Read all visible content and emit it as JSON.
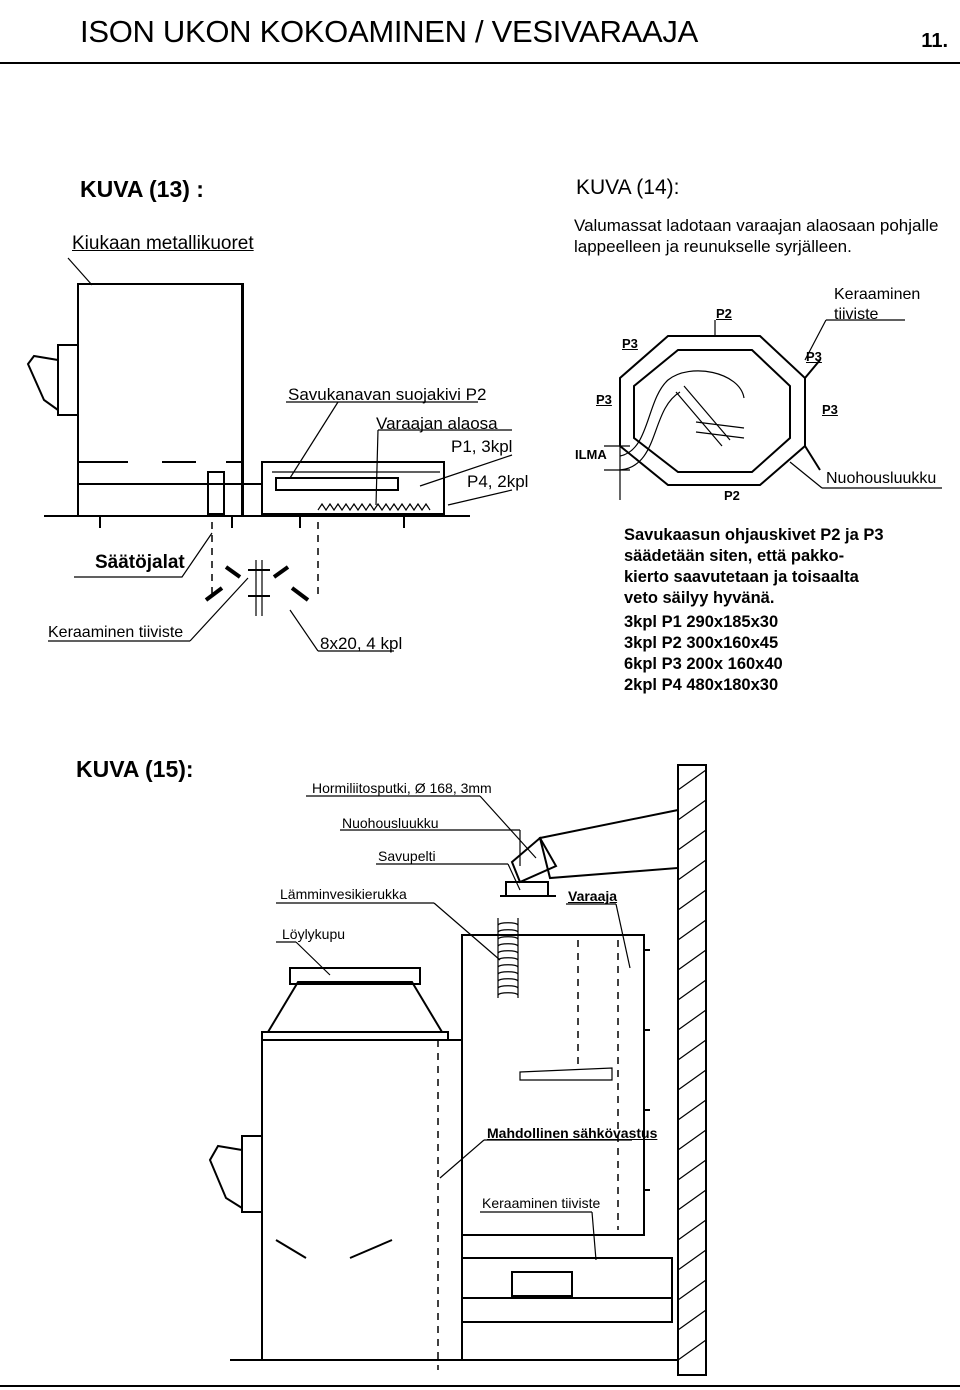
{
  "header": {
    "title": "ISON UKON KOKOAMINEN / VESIVARAAJA",
    "page_number": "11."
  },
  "fig13": {
    "heading": "KUVA (13) :",
    "label_covers": "Kiukaan metallikuoret",
    "label_flue_stone": "Savukanavan suojakivi P2",
    "label_tank_bottom": "Varaajan alaosa",
    "label_p1": "P1, 3kpl",
    "label_p4": "P4, 2kpl",
    "label_feet": "Säätöjalat",
    "label_seal": "Keraaminen tiiviste",
    "label_bolts": "8x20, 4 kpl"
  },
  "fig14": {
    "heading": "KUVA (14):",
    "intro_line1": "Valumassat ladotaan varaajan alaosaan pohjalle",
    "intro_line2": "lappeelleen ja reunukselle syrjälleen.",
    "label_seal_line1": "Keraaminen",
    "label_seal_line2": "tiiviste",
    "label_p2_top": "P2",
    "label_p3_left_top": "P3",
    "label_p3_right_top": "P3",
    "label_p3_left_mid": "P3",
    "label_p3_right_mid": "P3",
    "label_p2_bottom": "P2",
    "label_air": "ILMA",
    "label_cleanout": "Nuohousluukku",
    "desc_line1": "Savukaasun ohjauskivet P2 ja P3",
    "desc_line2": "säädetään siten, että pakko-",
    "desc_line3": "kierto saavutetaan ja toisaalta",
    "desc_line4": "veto säilyy hyvänä.",
    "parts": [
      "3kpl P1 290x185x30",
      "3kpl P2 300x160x45",
      "6kpl P3 200x 160x40",
      "2kpl P4 480x180x30"
    ]
  },
  "fig15": {
    "heading": "KUVA (15):",
    "label_flue_pipe": "Hormiliitosputki, Ø 168, 3mm",
    "label_cleanout": "Nuohousluukku",
    "label_damper": "Savupelti",
    "label_coil": "Lämminvesikierukka",
    "label_tank": "Varaaja",
    "label_bowl": "Löylykupu",
    "label_heater": "Mahdollinen sähkövastus",
    "label_seal": "Keraaminen tiiviste"
  }
}
